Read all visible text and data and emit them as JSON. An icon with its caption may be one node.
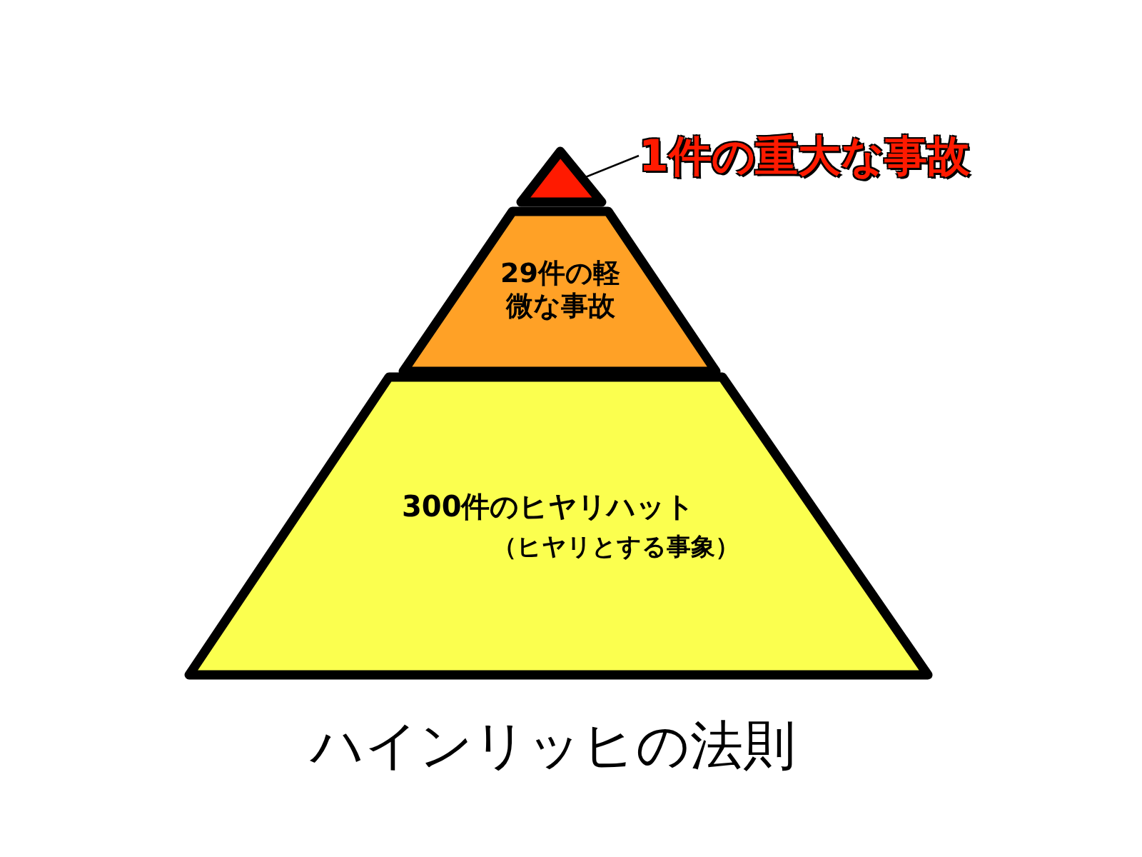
{
  "diagram": {
    "caption": "ハインリッヒの法則",
    "nodes": [
      {
        "text": [],
        "shape": "triangle"
      },
      {
        "text": [
          "1件の重大な事故"
        ]
      },
      {
        "text": [
          "29件の軽微な事故"
        ]
      },
      {
        "text": [
          "300件のヒヤリハット",
          "（ヒヤリとする事象）"
        ]
      }
    ],
    "edges": [
      {
        "from": 1,
        "to": 0,
        "arrow": "none"
      }
    ]
  }
}
